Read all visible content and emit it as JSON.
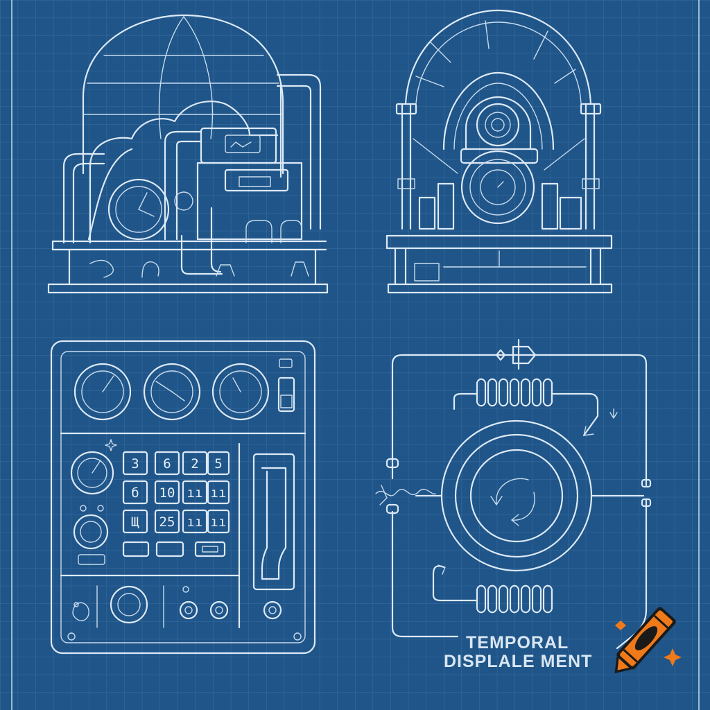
{
  "caption": {
    "line1": "TEMPORAL",
    "line2": "DISPLALE MENT"
  },
  "keypad": {
    "keys": [
      "3",
      "6",
      "2",
      "5",
      "б",
      "10",
      "ıı",
      "ıı",
      "Щ",
      "25",
      "ıı",
      "ıı"
    ]
  },
  "colors": {
    "background": "#1f5588",
    "grid_line": "#3a6fa3",
    "line_art": "#dde9f6",
    "crayon": "#f07a1a"
  },
  "icons": {
    "watermark": "crayon-icon"
  }
}
